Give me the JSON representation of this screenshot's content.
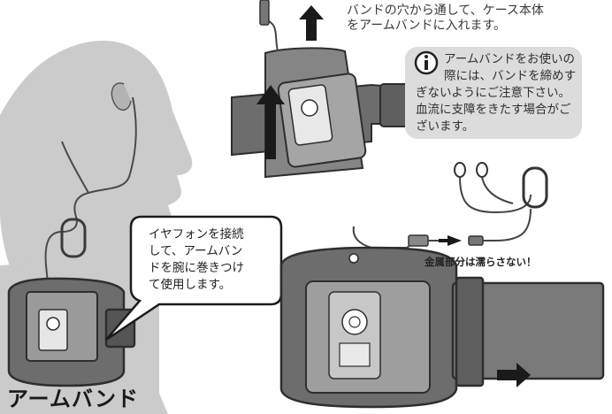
{
  "top_caption": "バンドの穴から通して、ケース本体\nをアームバンドに入れます。",
  "note": {
    "icon": "info-icon",
    "text": "アームバンドをお使いの際には、バンドを締めすぎないようにご注意下さい。血流に支障をきたす場合がございます。"
  },
  "bubble_text": "イヤフォンを接続\nして、アームバン\nドを腕に巻きつけ\nて使用します。",
  "warning": "金属部分は濡らさない！",
  "title": "アームバンド",
  "colors": {
    "silhouette": "#c9c9c9",
    "band_dark": "#6b6b6b",
    "band_mid": "#8a8a8a",
    "note_bg": "#dcdcdc"
  }
}
